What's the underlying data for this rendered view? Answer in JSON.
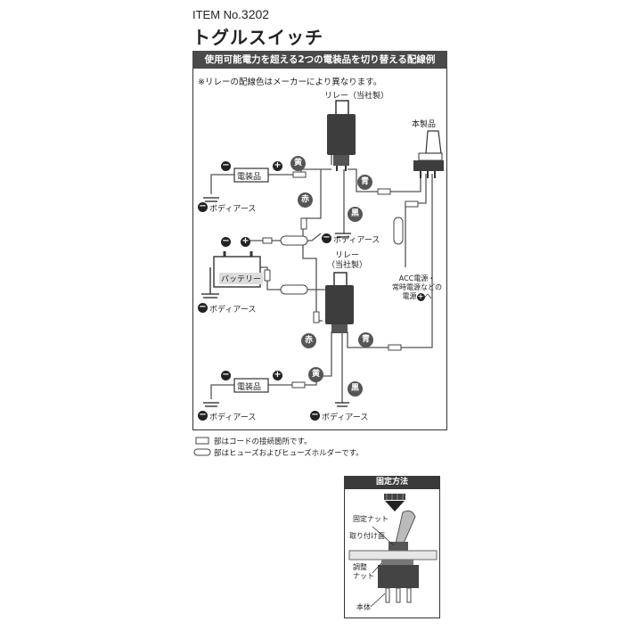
{
  "header": {
    "item_prefix": "ITEM No.",
    "item_number": "3202",
    "title": "トグルスイッチ"
  },
  "diagram": {
    "heading": "使用可能電力を超える2つの電装品を切り替える配線例",
    "note": "※リレーの配線色はメーカーにより異なります。",
    "relay_top_label": "リレー（当社製）",
    "relay_bottom_label": "リレー\n（当社製）",
    "product_label": "本製品",
    "device_label": "電装品",
    "body_earth": "ボディアース",
    "battery_label": "バッテリー",
    "acc_label_1": "ACC電源・",
    "acc_label_2": "常時電源などの",
    "acc_label_3": "電源",
    "acc_label_4": "へ",
    "wire_yellow": "黄",
    "wire_red": "赤",
    "wire_blue": "青",
    "wire_black": "黒",
    "minus": "−",
    "plus": "+"
  },
  "legend": {
    "connection": "部はコードの接続箇所です。",
    "fuse": "部はヒューズおよびヒューズホルダーです。"
  },
  "mounting": {
    "heading": "固定方法",
    "fixing_nut": "固定ナット",
    "mount_surface": "取り付け面",
    "adjust_nut_1": "調整",
    "adjust_nut_2": "ナット",
    "body": "本体"
  },
  "colors": {
    "wire": "#555555",
    "ground": "#222222",
    "relay": "#333333",
    "badge": "#555555"
  }
}
